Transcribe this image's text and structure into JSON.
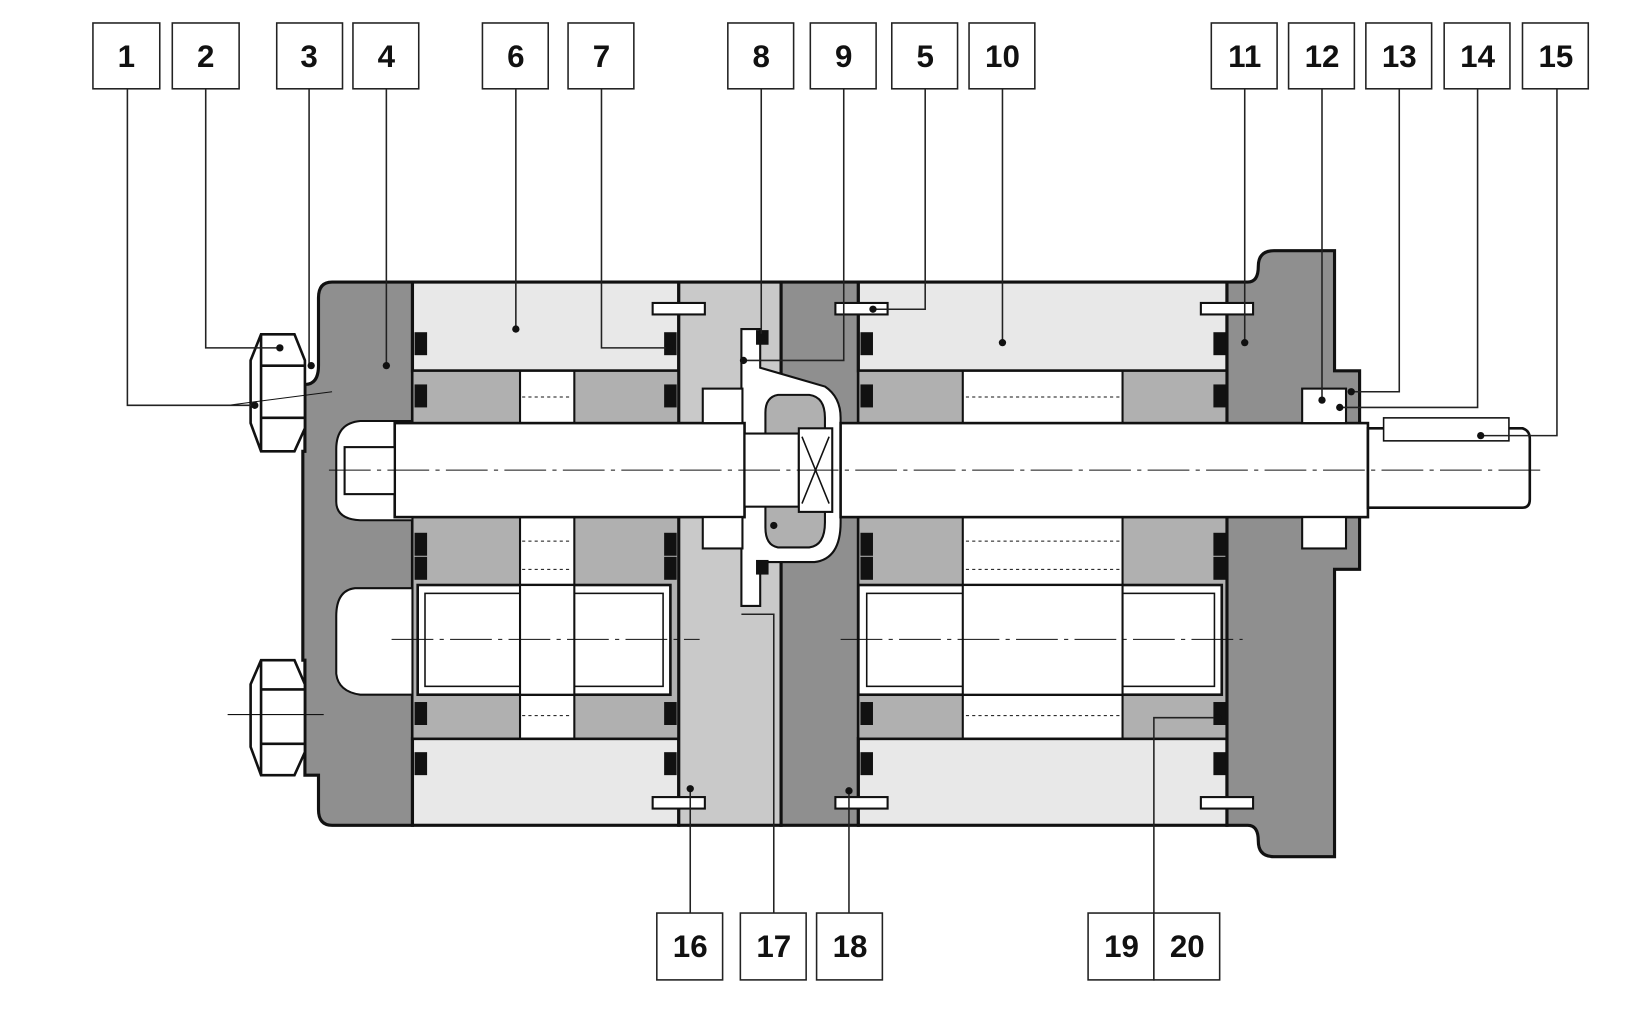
{
  "diagram": {
    "title": "Gear pump cross-section with numbered parts",
    "colors": {
      "dark_gray": "#8f8f8f",
      "medium_gray": "#b0b0b0",
      "light_gray": "#e8e8e8",
      "plate_gray": "#c9c9c9",
      "outline": "#111111"
    },
    "top_labels": [
      "1",
      "2",
      "3",
      "4",
      "6",
      "7",
      "8",
      "9",
      "5",
      "10",
      "11",
      "12",
      "13",
      "14",
      "15"
    ],
    "bottom_labels": [
      "16",
      "17",
      "18",
      "19",
      "20"
    ]
  }
}
